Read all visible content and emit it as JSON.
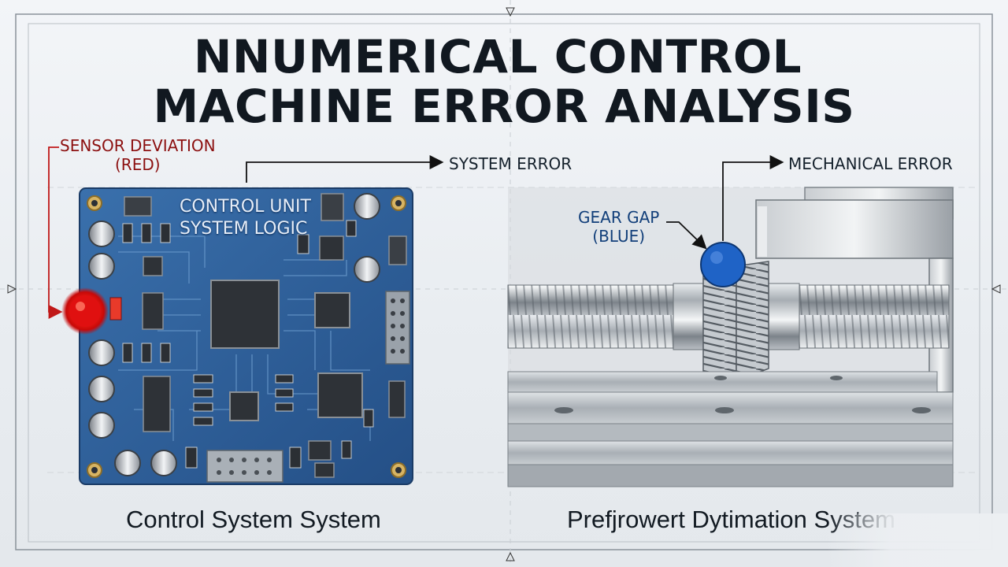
{
  "title": {
    "line1": "NNUMERICAL CONTROL",
    "line2": "MACHINE ERROR ANALYSIS"
  },
  "labels": {
    "sensor_deviation": "SENSOR DEVIATION",
    "sensor_color": "(RED)",
    "system_error": "SYSTEM ERROR",
    "mechanical_error": "MECHANICAL ERROR",
    "gear_gap": "GEAR GAP",
    "gear_color": "(BLUE)"
  },
  "board": {
    "line1": "CONTROL UNIT",
    "line2": "SYSTEM LOGIC"
  },
  "captions": {
    "left": "Control System System",
    "right": "Prefjrowert Dytimation System"
  },
  "colors": {
    "sensor_marker": "#e01010",
    "gear_marker": "#1f63c6",
    "pcb": "#2b5d98",
    "title": "#111820"
  }
}
